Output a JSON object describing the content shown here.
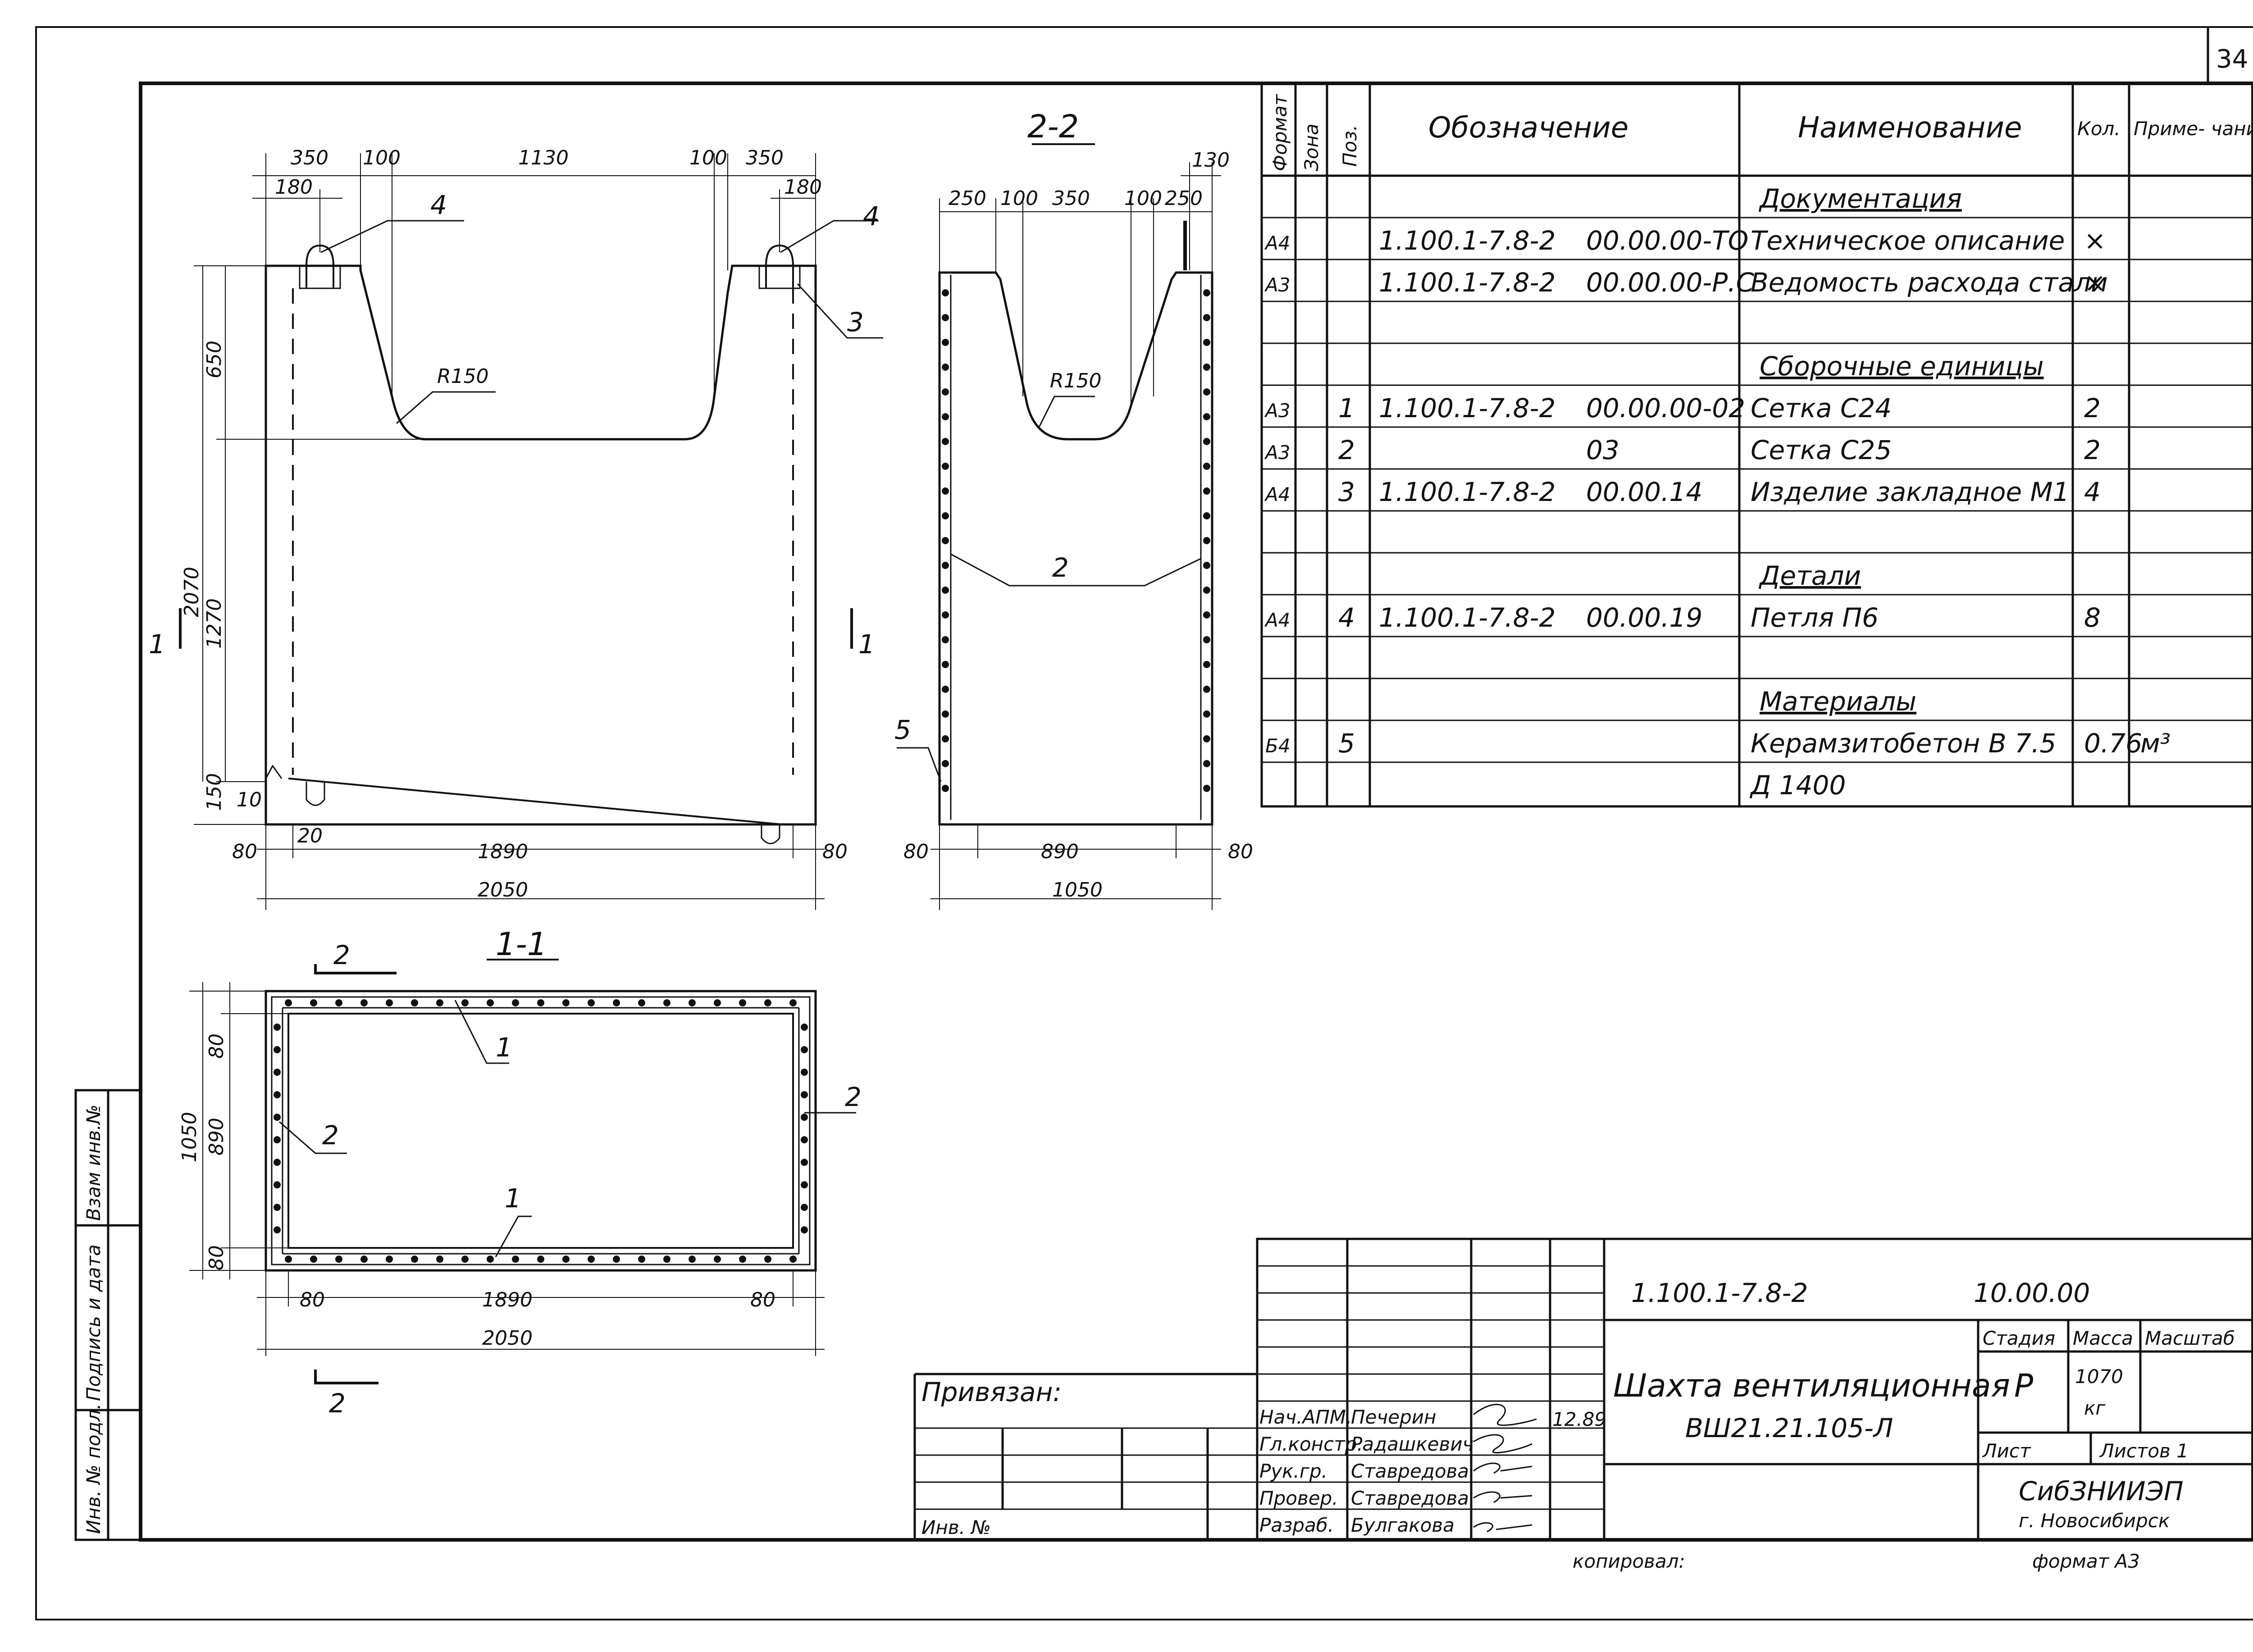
{
  "sheet": {
    "page_number": "34",
    "format": "формат А3",
    "copied": "копировал:"
  },
  "side_stamp": {
    "c1": "Взам инв.№",
    "c2": "Подпись и дата",
    "c3": "Инв. № подл."
  },
  "elevation": {
    "dims_top": [
      "350",
      "100",
      "1130",
      "100",
      "350"
    ],
    "dims_180": [
      "180",
      "180"
    ],
    "dim_650": "650",
    "dim_2070": "2070",
    "dim_1270": "1270",
    "dim_150": "150",
    "dim_10": "10",
    "dim_20": "20",
    "dims_bottom": [
      "80",
      "1890",
      "80"
    ],
    "total": "2050",
    "radius": "R150",
    "callouts": {
      "four_a": "4",
      "four_b": "4",
      "three": "3"
    },
    "cut_marks": [
      "1",
      "1"
    ]
  },
  "section22": {
    "title": "2-2",
    "dim_130": "130",
    "dims_top": [
      "250",
      "100",
      "350",
      "100",
      "250"
    ],
    "radius": "R150",
    "callout_2": "2",
    "callout_5": "5",
    "dims_bottom": [
      "80",
      "890",
      "80"
    ],
    "total": "1050"
  },
  "section11": {
    "title": "1-1",
    "cut_labels": [
      "2",
      "2"
    ],
    "callouts": {
      "one_top": "1",
      "one_bot": "1",
      "two_left": "2",
      "two_right": "2"
    },
    "dims_left": [
      "80",
      "890",
      "80"
    ],
    "dim_total_v": "1050",
    "dims_bottom": [
      "80",
      "1890",
      "80"
    ],
    "total": "2050"
  },
  "spec": {
    "headers": {
      "format": "Формат",
      "zone": "Зона",
      "pos": "Поз.",
      "designation": "Обозначение",
      "name": "Наименование",
      "qty": "Кол.",
      "note": "Приме- чание"
    },
    "rows": [
      {
        "format": "",
        "pos": "",
        "designation": "",
        "code": "",
        "name": "Документация",
        "qty": "",
        "note": "",
        "heading": true
      },
      {
        "format": "А4",
        "pos": "",
        "designation": "1.100.1-7.8-2",
        "code": "00.00.00-ТО",
        "name": "Техническое описание",
        "qty": "×",
        "note": ""
      },
      {
        "format": "А3",
        "pos": "",
        "designation": "1.100.1-7.8-2",
        "code": "00.00.00-Р.С",
        "name": "Ведомость расхода стали",
        "qty": "×",
        "note": ""
      },
      {
        "format": "",
        "pos": "",
        "designation": "",
        "code": "",
        "name": "",
        "qty": "",
        "note": ""
      },
      {
        "format": "",
        "pos": "",
        "designation": "",
        "code": "",
        "name": "Сборочные единицы",
        "qty": "",
        "note": "",
        "heading": true
      },
      {
        "format": "А3",
        "pos": "1",
        "designation": "1.100.1-7.8-2",
        "code": "00.00.00-02",
        "name": "Сетка С24",
        "qty": "2",
        "note": ""
      },
      {
        "format": "А3",
        "pos": "2",
        "designation": "",
        "code": "03",
        "name": "Сетка С25",
        "qty": "2",
        "note": ""
      },
      {
        "format": "А4",
        "pos": "3",
        "designation": "1.100.1-7.8-2",
        "code": "00.00.14",
        "name": "Изделие закладное М1",
        "qty": "4",
        "note": ""
      },
      {
        "format": "",
        "pos": "",
        "designation": "",
        "code": "",
        "name": "",
        "qty": "",
        "note": ""
      },
      {
        "format": "",
        "pos": "",
        "designation": "",
        "code": "",
        "name": "Детали",
        "qty": "",
        "note": "",
        "heading": true
      },
      {
        "format": "А4",
        "pos": "4",
        "designation": "1.100.1-7.8-2",
        "code": "00.00.19",
        "name": "Петля П6",
        "qty": "8",
        "note": ""
      },
      {
        "format": "",
        "pos": "",
        "designation": "",
        "code": "",
        "name": "",
        "qty": "",
        "note": ""
      },
      {
        "format": "",
        "pos": "",
        "designation": "",
        "code": "",
        "name": "Материалы",
        "qty": "",
        "note": "",
        "heading": true
      },
      {
        "format": "Б4",
        "pos": "5",
        "designation": "",
        "code": "",
        "name": "Керамзитобетон В 7.5",
        "qty": "0.76",
        "note": "м³"
      },
      {
        "format": "",
        "pos": "",
        "designation": "",
        "code": "",
        "name": "Д 1400",
        "qty": "",
        "note": ""
      }
    ]
  },
  "title_block": {
    "doc_code": "1.100.1-7.8-2",
    "doc_code2": "10.00.00",
    "title": "Шахта вентиляционная",
    "subtitle": "ВШ21.21.105-Л",
    "stage_label": "Стадия",
    "mass_label": "Масса",
    "scale_label": "Масштаб",
    "stage": "Р",
    "mass": "1070",
    "mass_unit": "кг",
    "sheet_label": "Лист",
    "sheets_label": "Листов 1",
    "org": "СибЗНИИЭП",
    "city": "г. Новосибирск",
    "bound": "Привязан:",
    "inv_no": "Инв. №",
    "date": "12.89",
    "roles": [
      {
        "role": "Нач.АПМ.",
        "name": "Печерин"
      },
      {
        "role": "Гл.констр.",
        "name": "Радашкевич"
      },
      {
        "role": "Рук.гр.",
        "name": "Ставредова"
      },
      {
        "role": "Провер.",
        "name": "Ставредова"
      },
      {
        "role": "Разраб.",
        "name": "Булгакова"
      }
    ]
  }
}
